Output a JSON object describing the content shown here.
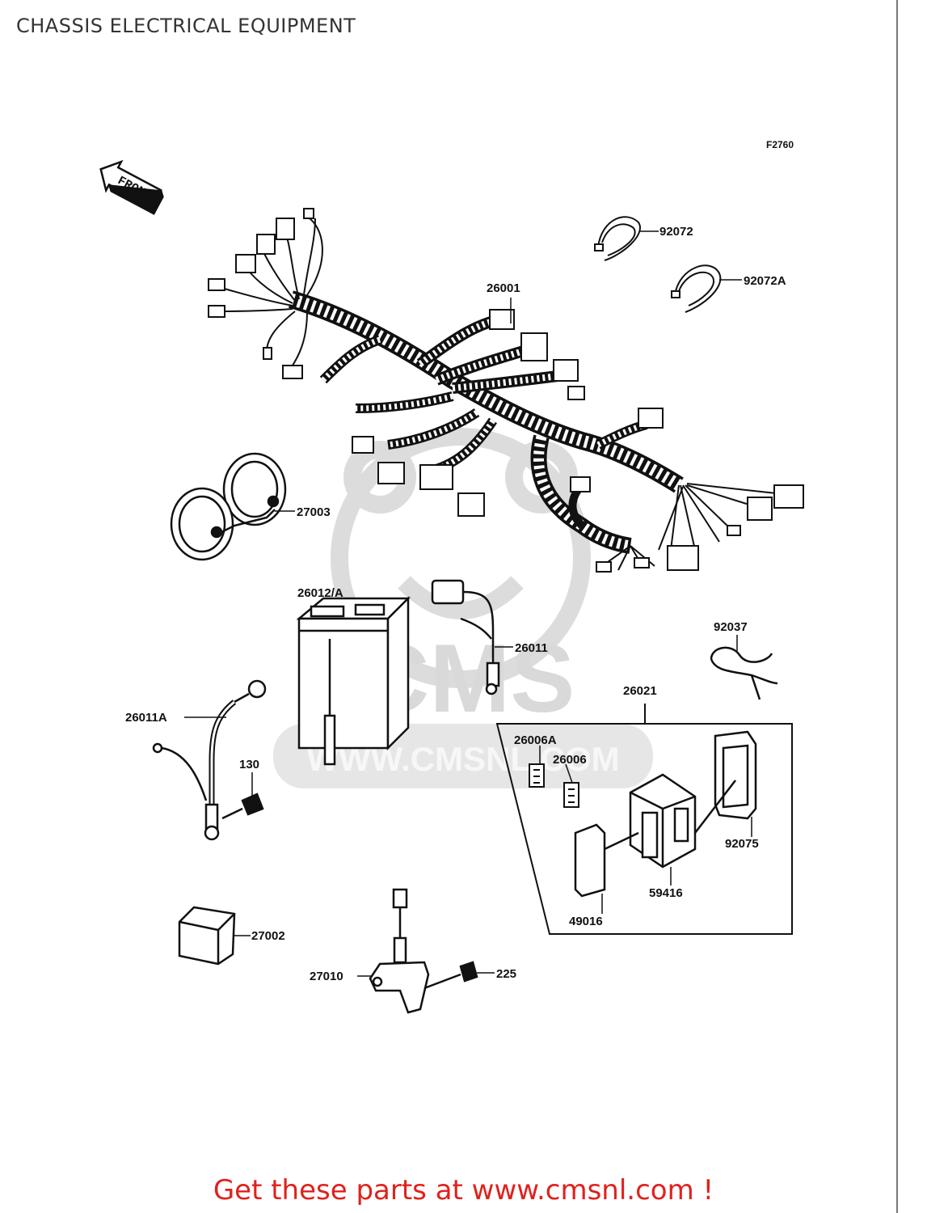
{
  "page": {
    "title": "CHASSIS ELECTRICAL EQUIPMENT",
    "figure_code": "F2760",
    "banner": "Get these parts at www.cmsnl.com !"
  },
  "orientation_marker": {
    "label": "FRONT"
  },
  "watermark": {
    "brand": "CMS",
    "url": "WWW.CMSNL.COM"
  },
  "parts": {
    "p92072": "92072",
    "p92072A": "92072A",
    "p26001": "26001",
    "p27003": "27003",
    "p26012A": "26012/A",
    "p26011": "26011",
    "p92037": "92037",
    "p26021": "26021",
    "p26011A": "26011A",
    "p130": "130",
    "p26006A": "26006A",
    "p26006": "26006",
    "p92075": "92075",
    "p59416": "59416",
    "p49016": "49016",
    "p27002": "27002",
    "p27010": "27010",
    "p225": "225"
  },
  "colors": {
    "line": "#111111",
    "watermark": "#d9d9d9",
    "banner": "#e0211c"
  }
}
